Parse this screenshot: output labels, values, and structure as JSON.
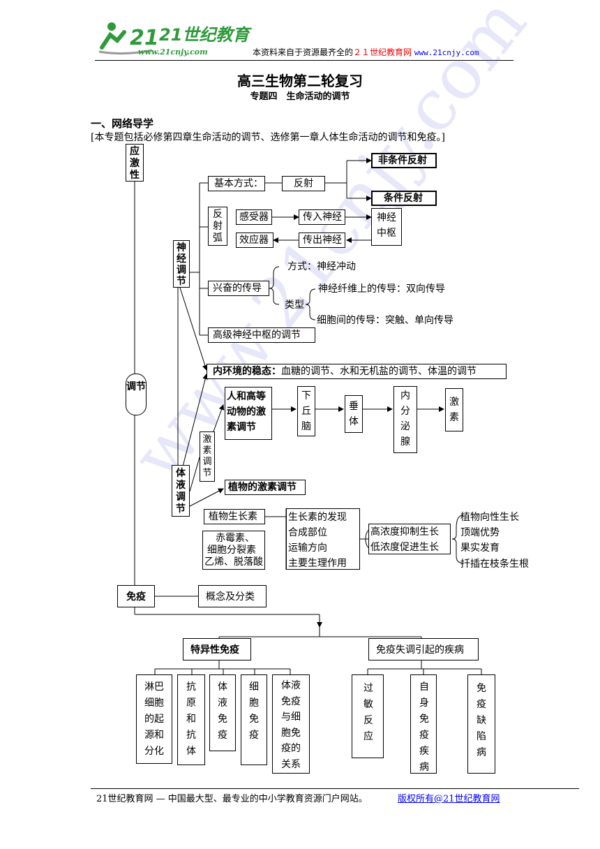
{
  "header": {
    "logo_text": "21世纪教育",
    "logo_url": "www.21cnjy.com",
    "source_prefix": "本资料来自于资源最齐全的",
    "source_site": "２１世纪教育网",
    "source_url": "www.21cnjy.com"
  },
  "title": "高三生物第二轮复习",
  "subtitle": "专题四　生命活动的调节",
  "section1": "一、网络导学",
  "intro": "[本专题包括必修第四章生命活动的调节、选修第一章人体生命活动的调节和免疫。]",
  "diagram": {
    "stress": "应激性",
    "regulation": "调节",
    "neural": "神经调节",
    "basic_mode": "基本方式：",
    "reflex": "反射",
    "unconditioned": "非条件反射",
    "conditioned": "条件反射",
    "reflex_arc": "反射弧",
    "receptor": "感受器",
    "afferent": "传入神经",
    "center": "神经中枢",
    "effector": "效应器",
    "efferent": "传出神经",
    "conduction": "兴奋的传导",
    "mode": "方式：神经冲动",
    "type": "类型",
    "on_fiber": "神经纤维上的传导：双向传导",
    "between_cells": "细胞间的传导：突触、单向传导",
    "higher_center": "高级神经中枢的调节",
    "homeostasis_label": "内环境的稳态：",
    "homeostasis_items": "血糖的调节、水和无机盐的调节、体温的调节",
    "humoral": "体液调节",
    "hormone_reg": "激素调节",
    "animal_hormone": "人和高等动物的激素调节",
    "hypothalamus": "下丘脑",
    "pituitary": "垂体",
    "endocrine": "内分泌腺",
    "hormone": "激素",
    "plant_hormone": "植物的激素调节",
    "auxin": "植物生长素",
    "others": [
      "赤霉素、",
      "细胞分裂素",
      "乙烯、脱落酸"
    ],
    "auxin_items": [
      "生长素的发现",
      "合成部位",
      "运输方向",
      "主要生理作用"
    ],
    "effects": [
      "高浓度抑制生长",
      "低浓度促进生长"
    ],
    "applications": [
      "植物向性生长",
      "顶端优势",
      "果实发育",
      "扦插在枝条生根"
    ],
    "immunity": "免疫",
    "concept": "概念及分类",
    "specific": "特异性免疫",
    "disorders": "免疫失调引起的疾病",
    "specific_items": [
      "淋巴细胞的起源和分化",
      "抗原和抗体",
      "体液免疫",
      "细胞免疫",
      "体液免疫与细胞免疫的关系"
    ],
    "disorder_items": [
      "过敏反应",
      "自身免疫疾病",
      "免疫缺陷病"
    ]
  },
  "footer": {
    "left": "21世纪教育网 — 中国最大型、最专业的中小学教育资源门户网站。",
    "right": "版权所有@21世纪教育网"
  },
  "watermark": "www.21cnjy.com"
}
